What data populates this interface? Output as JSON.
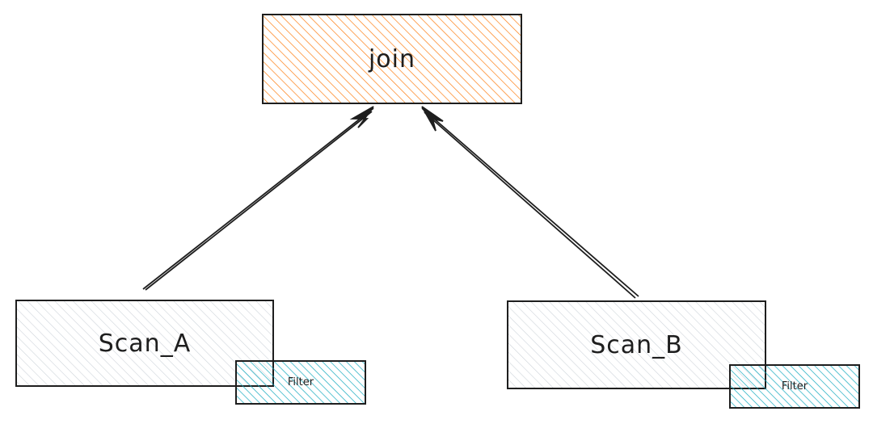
{
  "nodes": {
    "join": {
      "label": "join",
      "fill": "#fd7e14"
    },
    "scan_a": {
      "label": "Scan_A",
      "fill": "#adb5bd"
    },
    "scan_b": {
      "label": "Scan_B",
      "fill": "#adb5bd"
    },
    "filter_a": {
      "label": "Filter",
      "fill": "#15aabf"
    },
    "filter_b": {
      "label": "Filter",
      "fill": "#15aabf"
    }
  },
  "edges": [
    {
      "from": "Scan_A",
      "to": "join"
    },
    {
      "from": "Scan_B",
      "to": "join"
    }
  ]
}
